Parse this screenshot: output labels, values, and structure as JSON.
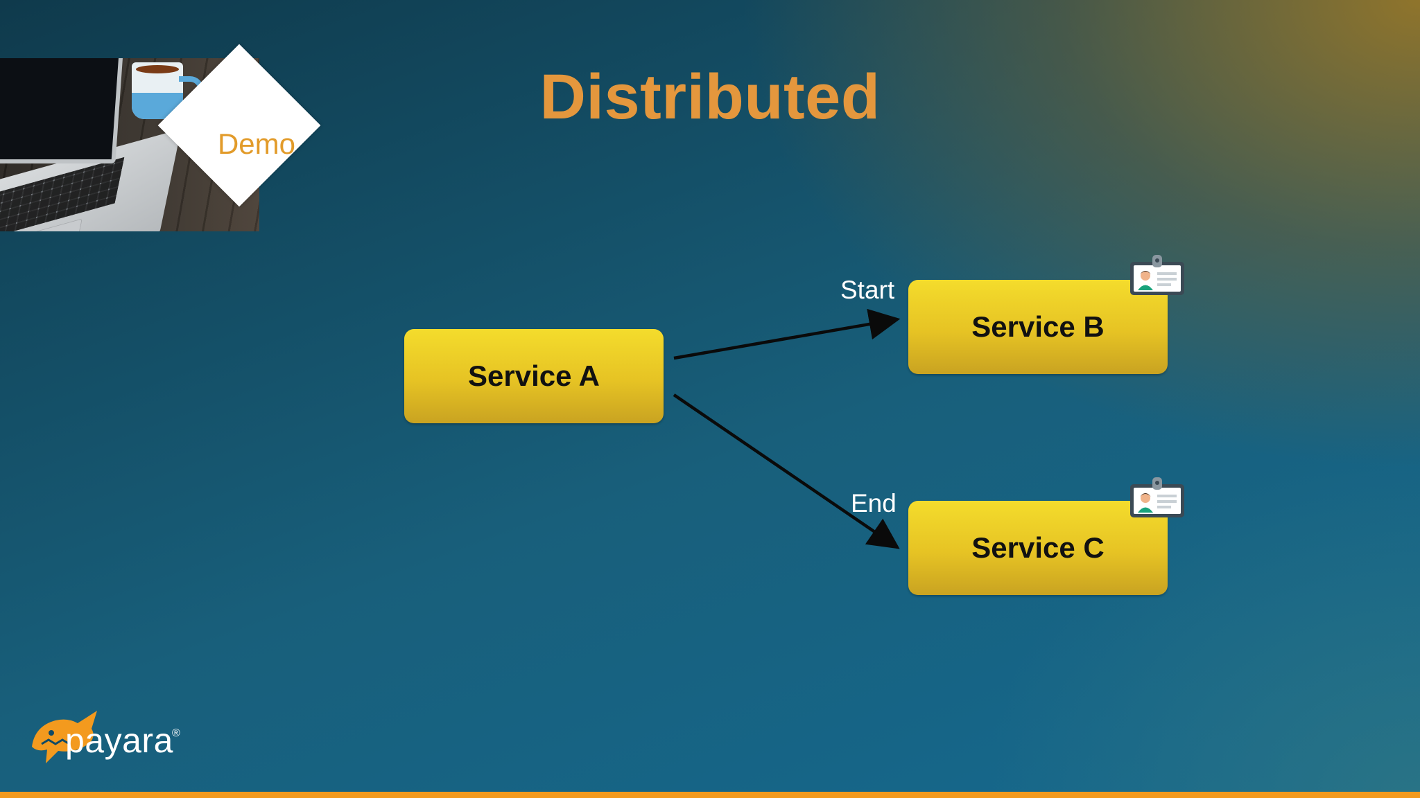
{
  "slide": {
    "title": "Distributed",
    "demo_label": "Demo",
    "brand": "payara",
    "brand_mark": "®"
  },
  "diagram": {
    "nodes": [
      {
        "id": "a",
        "label": "Service A"
      },
      {
        "id": "b",
        "label": "Service B"
      },
      {
        "id": "c",
        "label": "Service C"
      }
    ],
    "edges": [
      {
        "from": "a",
        "to": "b",
        "label": "Start"
      },
      {
        "from": "a",
        "to": "c",
        "label": "End"
      }
    ],
    "node_badges": [
      "b",
      "c"
    ],
    "colors": {
      "node_fill": "#f0d12a",
      "title": "#e4973d",
      "demo_label": "#e29b2a",
      "accent_bar": "#f39a1e",
      "arrow": "#0a0a0a"
    },
    "icons": [
      "id-badge-icon",
      "payara-fish-logo-icon"
    ]
  }
}
